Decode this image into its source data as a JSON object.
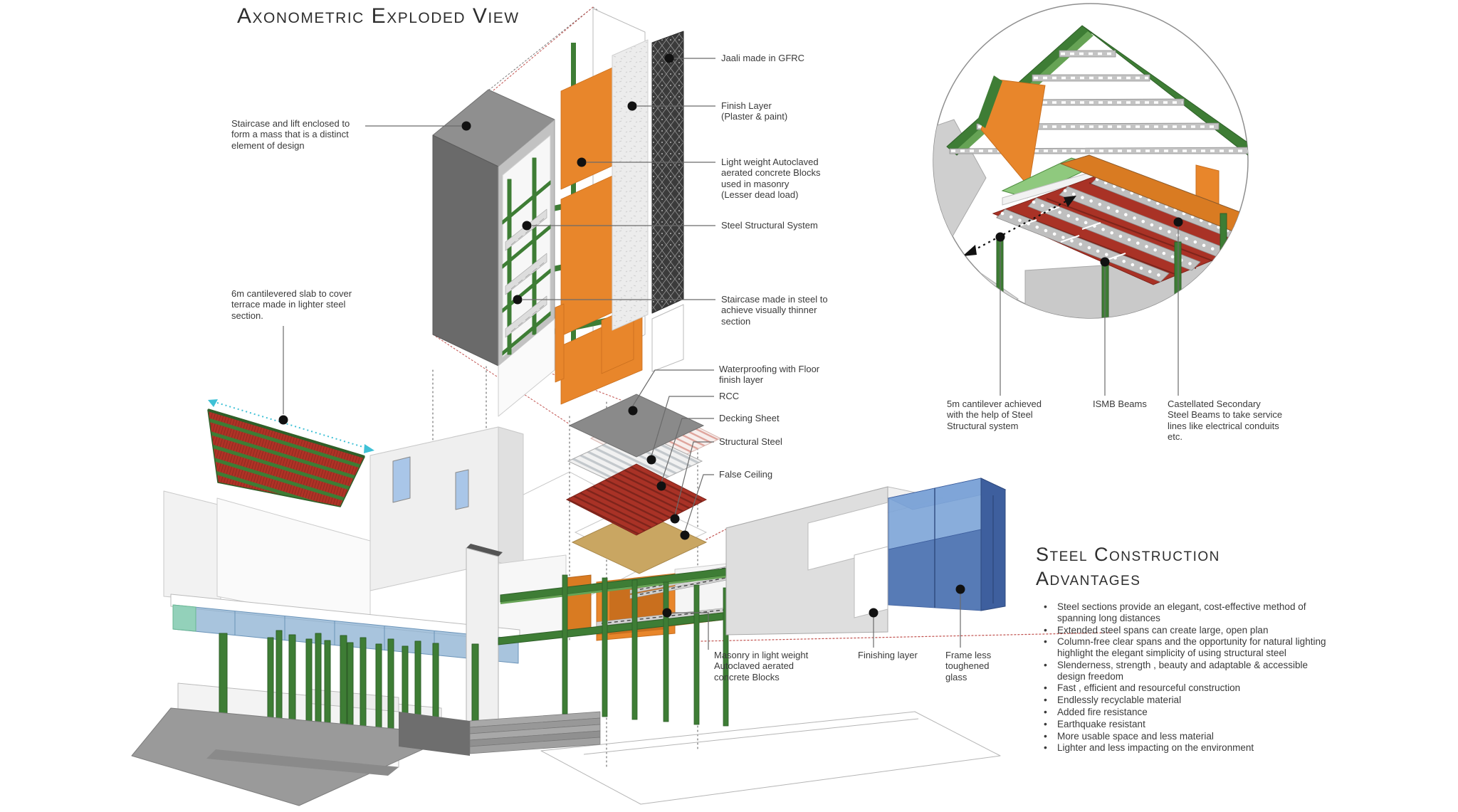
{
  "title": "Axonometric Exploded View",
  "labels": {
    "staircase_mass": "Staircase and lift enclosed to\nform a mass that is a distinct\nelement of design",
    "cantilever_slab": "6m cantilevered slab to cover\nterrace made in lighter steel\nsection.",
    "jaali": "Jaali made in GFRC",
    "finish_layer": "Finish Layer\n(Plaster & paint)",
    "aac_blocks": "Light weight Autoclaved\naerated concrete Blocks\nused in masonry\n(Lesser dead load)",
    "steel_system": "Steel Structural System",
    "staircase_steel": "Staircase made in steel to\nachieve visually thinner\nsection",
    "waterproofing": "Waterproofing with Floor\nfinish layer",
    "rcc": "RCC",
    "decking_sheet": "Decking Sheet",
    "structural_steel": "Structural Steel",
    "false_ceiling": "False Ceiling",
    "masonry": "Masonry in light weight\nAutoclaved aerated\nconcrete Blocks",
    "finishing_layer": "Finishing  layer",
    "frameless_glass": "Frame less\ntoughened\nglass",
    "cantilever_5m": "5m cantilever achieved\nwith the help of Steel\nStructural system",
    "ismb_beams": "ISMB Beams",
    "castellated": "Castellated Secondary\nSteel Beams to take service\nlines like electrical conduits\netc."
  },
  "advantages": {
    "heading": "Steel Construction\nAdvantages",
    "items": [
      "Steel sections provide an elegant, cost-effective method of spanning long distances",
      "Extended steel spans can create large, open plan",
      "Column-free clear spans and the opportunity for natural lighting highlight the elegant simplicity of using structural steel",
      "Slenderness, strength , beauty and adaptable & accessible design freedom",
      "Fast , efficient and resourceful construction",
      "Endlessly recyclable material",
      "Added fire resistance",
      "Earthquake resistant",
      "More usable space and less material",
      "Lighter and less impacting on the environment"
    ]
  },
  "colors": {
    "steel_green": "#3E7D35",
    "masonry_orange": "#E8862B",
    "deck_red": "#A93226",
    "false_ceiling_tan": "#C9A662",
    "glass_blue": "#5C84C0",
    "arrow_cyan": "#3FC1D6",
    "guide_red": "#C0504D",
    "text": "#3A3A3A"
  }
}
